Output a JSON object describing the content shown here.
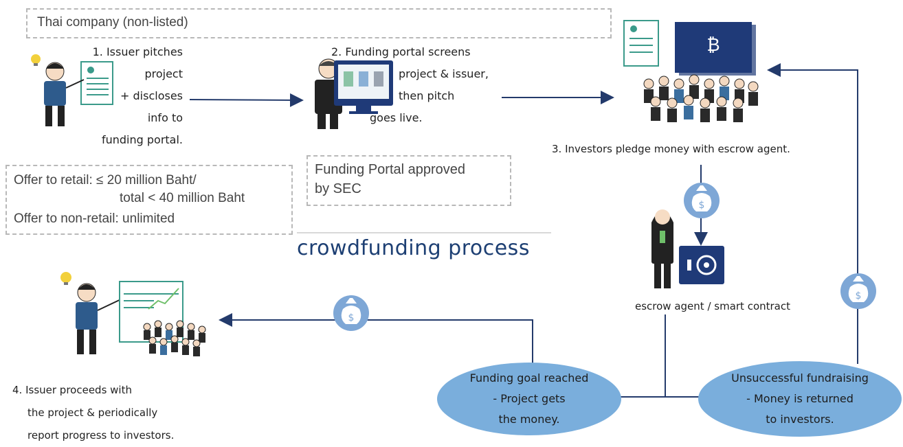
{
  "header_box": {
    "text": "Thai company (non-listed)"
  },
  "step1": {
    "lines": [
      "1. Issuer pitches",
      "project",
      "+ discloses",
      "info to",
      "funding portal."
    ]
  },
  "step2": {
    "lines": [
      "2. Funding portal screens",
      "project & issuer,",
      "then pitch",
      "goes live."
    ]
  },
  "step3": {
    "text": "3. Investors pledge money with escrow agent."
  },
  "step4": {
    "lines": [
      "4. Issuer proceeds with",
      "the project & periodically",
      "report progress to investors."
    ]
  },
  "offer_box": {
    "retail_label": "Offer to retail:",
    "retail_value": "≤ 20 million Baht/",
    "retail_total": "total < 40 million Baht",
    "nonretail": "Offer to non-retail: unlimited"
  },
  "portal_box": {
    "line1": "Funding Portal approved",
    "line2": "by SEC"
  },
  "title": "crowdfunding process",
  "escrow_label": "escrow agent / smart contract",
  "goal_reached": {
    "lines": [
      "Funding goal reached",
      "- Project gets",
      "the money."
    ]
  },
  "unsuccessful": {
    "lines": [
      "Unsuccessful fundraising",
      "- Money is returned",
      "to investors."
    ]
  },
  "colors": {
    "arrow": "#233a6b",
    "bag": "#7ea7d6",
    "ellipse": "#7aaedc",
    "navy": "#1f3a78",
    "title": "#1d3f73"
  },
  "icons": [
    "lightbulb-icon",
    "presenter-icon",
    "document-icon",
    "computer-monitor-icon",
    "crowd-icon",
    "bitcoin-banner-icon",
    "money-bag-icon",
    "safe-icon",
    "chart-board-icon"
  ]
}
